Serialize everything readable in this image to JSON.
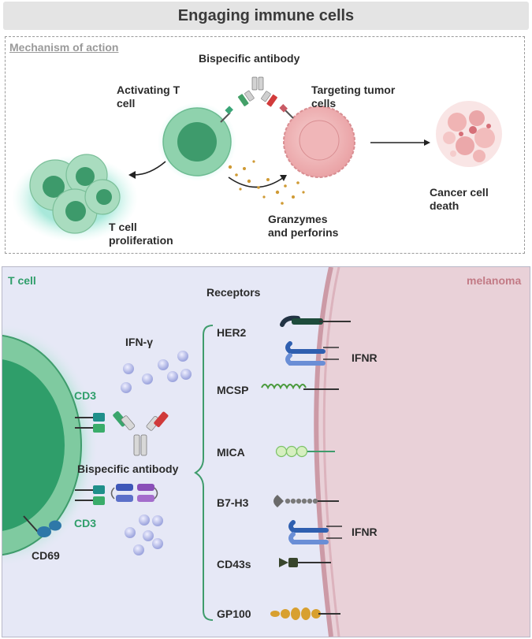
{
  "title": "Engaging immune cells",
  "moa": {
    "section_label": "Mechanism of action",
    "bispecific_label": "Bispecific antibody",
    "activating_label": "Activating T\ncell",
    "targeting_label": "Targeting tumor\ncells",
    "cancer_death_label": "Cancer cell\ndeath",
    "proliferation_label": "T cell\nproliferation",
    "granzymes_label": "Granzymes\nand perforins"
  },
  "lower": {
    "tcell_label": "T cell",
    "melanoma_label": "melanoma",
    "receptors_label": "Receptors",
    "ifn_label": "IFN-γ",
    "cd3_top": "CD3",
    "cd3_bottom": "CD3",
    "bispecific_label": "Bispecific antibody",
    "cd69_label": "CD69",
    "receptor_list": [
      "HER2",
      "MCSP",
      "MICA",
      "B7-H3",
      "CD43s",
      "GP100"
    ],
    "ifnr_top": "IFNR",
    "ifnr_bottom": "IFNR"
  },
  "colors": {
    "tcell_green": "#2f9e6a",
    "tumor_pink": "#f2b8b8",
    "panel_lavender": "#e6e8f6",
    "melanoma_pink": "#e8cfd6",
    "label_green": "#2f9e6a",
    "label_pink": "#c27a85"
  }
}
